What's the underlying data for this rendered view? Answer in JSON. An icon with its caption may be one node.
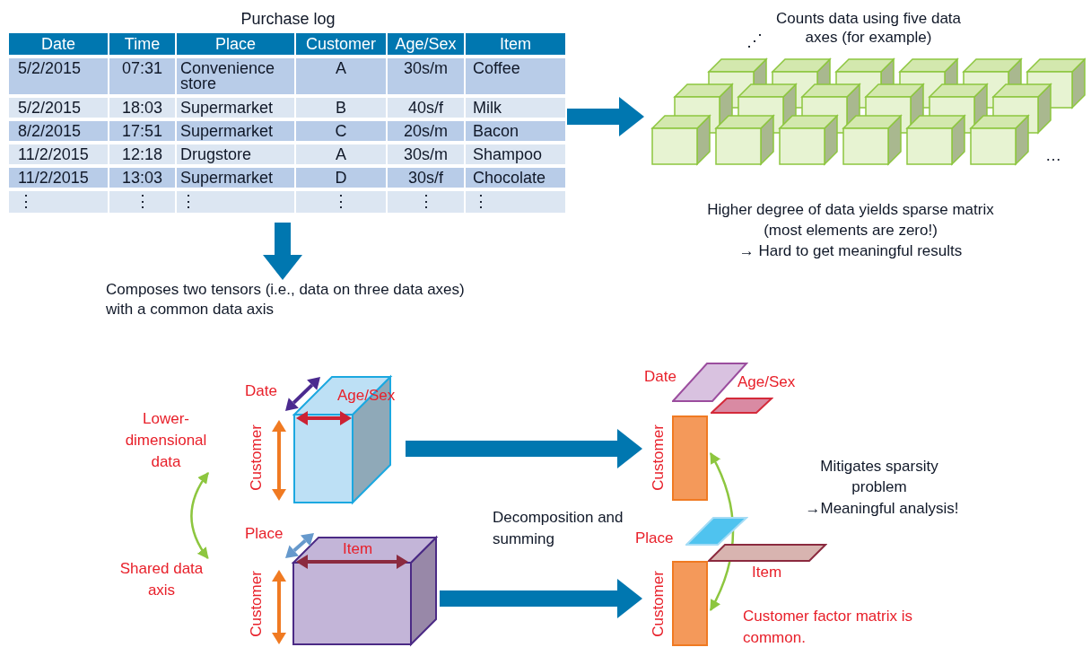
{
  "diagram": {
    "nodes": [
      {
        "text": [
          "Purchase log"
        ]
      },
      {
        "text": [
          "Counts data using five data axes (for example)"
        ],
        "beside": [
          "Higher degree of data yields sparse matrix (most elements are zero!)",
          "→ Hard to get meaningful results"
        ]
      },
      {
        "text": [
          "Composes two tensors (i.e., data on three data axes) with a common data axis"
        ]
      },
      {
        "text": [
          "Date",
          "Age/Sex",
          "Customer"
        ]
      },
      {
        "text": [
          "Place",
          "Item",
          "Customer"
        ]
      },
      {
        "text": [
          "Lower-dimensional data"
        ]
      },
      {
        "text": [
          "Shared data axis"
        ]
      },
      {
        "text": [
          "Customer"
        ]
      },
      {
        "text": [
          "Customer"
        ]
      },
      {
        "text": [],
        "shape": "parallelogram"
      },
      {
        "text": [],
        "shape": "parallelogram"
      },
      {
        "text": [],
        "shape": "parallelogram"
      },
      {
        "text": [],
        "shape": "parallelogram"
      }
    ],
    "edges": [
      {
        "from": 0,
        "to": 1,
        "arrow": "to"
      },
      {
        "from": 0,
        "to": 2,
        "arrow": "to"
      },
      {
        "from": 5,
        "to": 6,
        "arrow": "both",
        "color": "#8dc63f"
      },
      {
        "from": 3,
        "to": 7,
        "arrow": "to"
      },
      {
        "from": 4,
        "to": 8,
        "arrow": "to"
      },
      {
        "from": 7,
        "to": 8,
        "arrow": "both",
        "color": "#8dc63f"
      }
    ],
    "labels": [
      "Date",
      "Time",
      "Place",
      "Customer",
      "Age/Sex",
      "Item",
      "5/2/2015",
      "07:31",
      "Convenience store",
      "A",
      "30s/m",
      "Coffee",
      "5/2/2015",
      "18:03",
      "Supermarket",
      "B",
      "40s/f",
      "Milk",
      "8/2/2015",
      "17:51",
      "Supermarket",
      "C",
      "20s/m",
      "Bacon",
      "11/2/2015",
      "12:18",
      "Drugstore",
      "A",
      "30s/m",
      "Shampoo",
      "11/2/2015",
      "13:03",
      "Supermarket",
      "D",
      "30s/f",
      "Chocolate",
      "⋮",
      "⋮",
      "⋮",
      "⋮",
      "⋮",
      "⋮",
      "⋰",
      "…",
      "Date",
      "Age/Sex",
      "Decomposition and summing",
      "Mitigates sparsity problem",
      "→Meaningful analysis!",
      "Place",
      "Item",
      "Customer factor matrix is common."
    ]
  }
}
